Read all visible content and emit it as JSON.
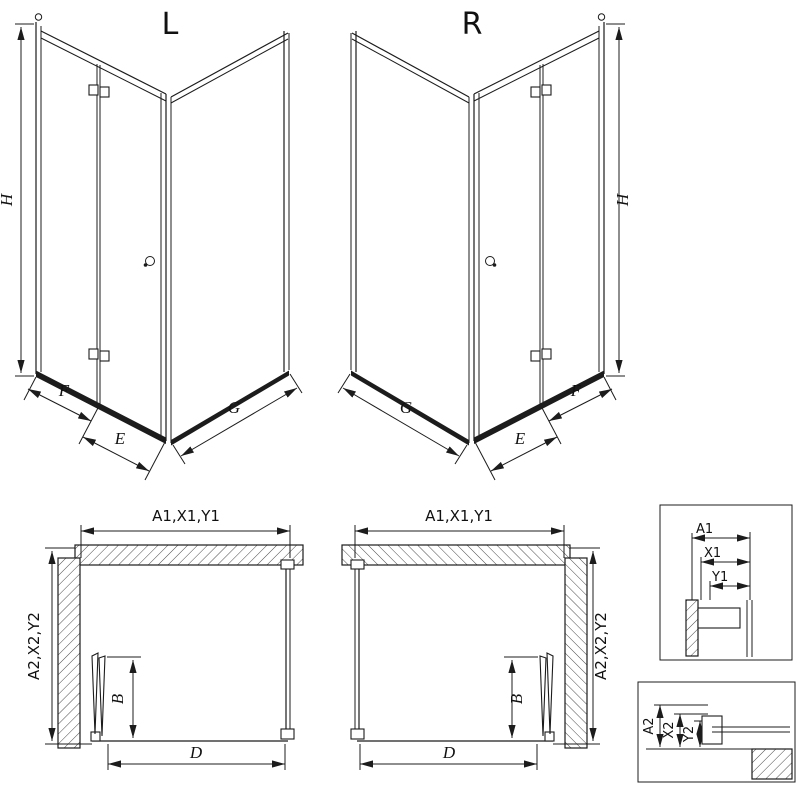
{
  "page": {
    "background": "#ffffff",
    "line_color": "#1c1c1c"
  },
  "iso_left": {
    "title": "L",
    "h": "H",
    "f": "F",
    "e": "E",
    "g": "G"
  },
  "iso_right": {
    "title": "R",
    "h": "H",
    "f": "F",
    "e": "E",
    "g": "G"
  },
  "plan_left": {
    "width_dims": "A1,X1,Y1",
    "depth_dims": "A2,X2,Y2",
    "b": "B",
    "d": "D"
  },
  "plan_right": {
    "width_dims": "A1,X1,Y1",
    "depth_dims": "A2,X2,Y2",
    "b": "B",
    "d": "D"
  },
  "detail_top": {
    "a1": "A1",
    "x1": "X1",
    "y1": "Y1"
  },
  "detail_bottom": {
    "a2": "A2",
    "x2": "X2",
    "y2": "Y2"
  }
}
